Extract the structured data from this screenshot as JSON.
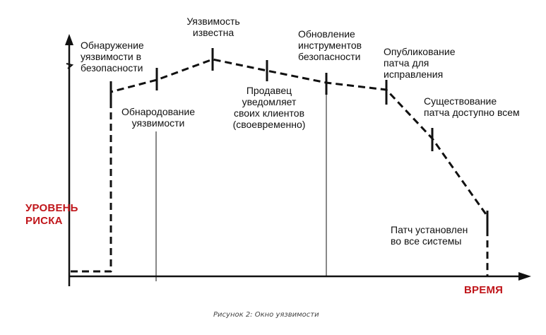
{
  "diagram": {
    "labels": {
      "discovery": [
        "Обнаружение",
        "уязвимости в",
        "безопасности"
      ],
      "disclosure": [
        "Обнародование",
        "уязвимости"
      ],
      "known": [
        "Уязвимость",
        "известна"
      ],
      "vendor_notified": [
        "Продавец",
        "уведомляет",
        "своих клиентов",
        "(своевременно)"
      ],
      "tools_update": [
        "Обновление",
        "инструментов",
        "безопасности"
      ],
      "patch_published": [
        "Опубликование",
        "патча для",
        "исправления"
      ],
      "patch_available": [
        "Существование",
        "патча доступно всем"
      ],
      "patch_installed": [
        "Патч установлен",
        "во все системы"
      ]
    },
    "y_axis_label": [
      "УРОВЕНЬ",
      "РИСКА"
    ],
    "x_axis_label": "ВРЕМЯ",
    "caption": "Рисунок 2: Окно уязвимости",
    "colors": {
      "axis_label": "#c0161b",
      "line": "#111111"
    }
  }
}
